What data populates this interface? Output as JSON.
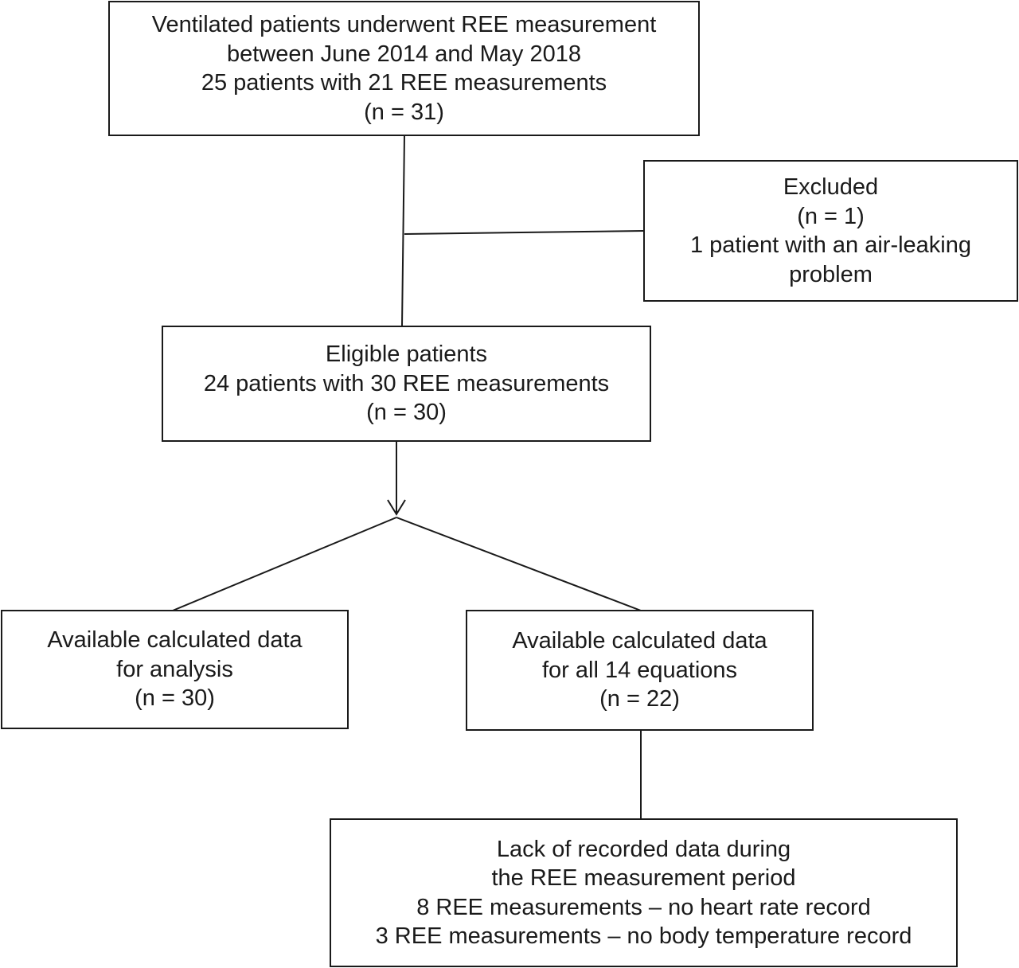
{
  "boxes": {
    "start": {
      "lines": [
        "Ventilated patients underwent REE measurement",
        "between June 2014 and May 2018",
        "25 patients with 21 REE measurements",
        "(n = 31)"
      ]
    },
    "excluded": {
      "lines": [
        "Excluded",
        "(n = 1)",
        "1 patient with an air-leaking",
        "problem"
      ]
    },
    "eligible": {
      "lines": [
        "Eligible patients",
        "24 patients with 30 REE measurements",
        "(n = 30)"
      ]
    },
    "analysis": {
      "lines": [
        "Available calculated data",
        "for analysis",
        "(n = 30)"
      ]
    },
    "equations": {
      "lines": [
        "Available calculated data",
        "for all 14 equations",
        "(n = 22)"
      ]
    },
    "lack": {
      "lines": [
        "Lack of recorded data during",
        "the REE measurement period",
        "8 REE measurements – no heart rate record",
        "3 REE measurements – no body temperature record"
      ]
    }
  }
}
